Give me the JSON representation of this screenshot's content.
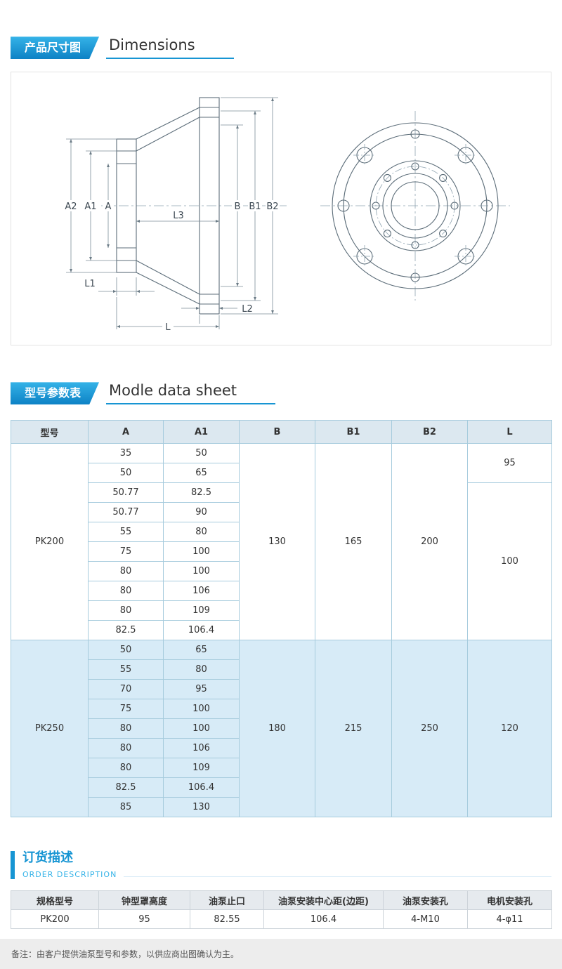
{
  "colors": {
    "accent": "#1795d3",
    "accent_light": "#35b3e8",
    "accent_dark": "#0d82c5",
    "border": "#a6cbdd",
    "table_header_bg": "#dce8f0",
    "alt_row_bg": "#d7ebf7",
    "order_header_bg": "#e6eaee",
    "footer_bg": "#ededed"
  },
  "sections": {
    "dimensions": {
      "badge": "产品尺寸图",
      "title": "Dimensions"
    },
    "datasheet": {
      "badge": "型号参数表",
      "title": "Modle data sheet"
    },
    "order": {
      "title_cn": "订货描述",
      "title_en": "ORDER DESCRIPTION"
    }
  },
  "drawing": {
    "labels": [
      "A2",
      "A1",
      "A",
      "B",
      "B1",
      "B2",
      "L3",
      "L1",
      "L2",
      "L"
    ]
  },
  "datasheet_table": {
    "headers": [
      "型号",
      "A",
      "A1",
      "B",
      "B1",
      "B2",
      "L"
    ],
    "groups": [
      {
        "model": "PK200",
        "rows": [
          [
            "35",
            "50"
          ],
          [
            "50",
            "65"
          ],
          [
            "50.77",
            "82.5"
          ],
          [
            "50.77",
            "90"
          ],
          [
            "55",
            "80"
          ],
          [
            "75",
            "100"
          ],
          [
            "80",
            "100"
          ],
          [
            "80",
            "106"
          ],
          [
            "80",
            "109"
          ],
          [
            "82.5",
            "106.4"
          ]
        ],
        "B": "130",
        "B1": "165",
        "B2": "200",
        "L_spans": [
          {
            "value": "95",
            "rows": 2
          },
          {
            "value": "100",
            "rows": 8
          }
        ]
      },
      {
        "model": "PK250",
        "rows": [
          [
            "50",
            "65"
          ],
          [
            "55",
            "80"
          ],
          [
            "70",
            "95"
          ],
          [
            "75",
            "100"
          ],
          [
            "80",
            "100"
          ],
          [
            "80",
            "106"
          ],
          [
            "80",
            "109"
          ],
          [
            "82.5",
            "106.4"
          ],
          [
            "85",
            "130"
          ]
        ],
        "B": "180",
        "B1": "215",
        "B2": "250",
        "L_spans": [
          {
            "value": "120",
            "rows": 9
          }
        ]
      }
    ]
  },
  "order_table": {
    "headers": [
      "规格型号",
      "钟型罩高度",
      "油泵止口",
      "油泵安装中心距(边距)",
      "油泵安装孔",
      "电机安装孔"
    ],
    "rows": [
      [
        "PK200",
        "95",
        "82.55",
        "106.4",
        "4-M10",
        "4-φ11"
      ]
    ]
  },
  "footer": {
    "note": "备注：由客户提供油泵型号和参数，以供应商出图确认为主。"
  }
}
